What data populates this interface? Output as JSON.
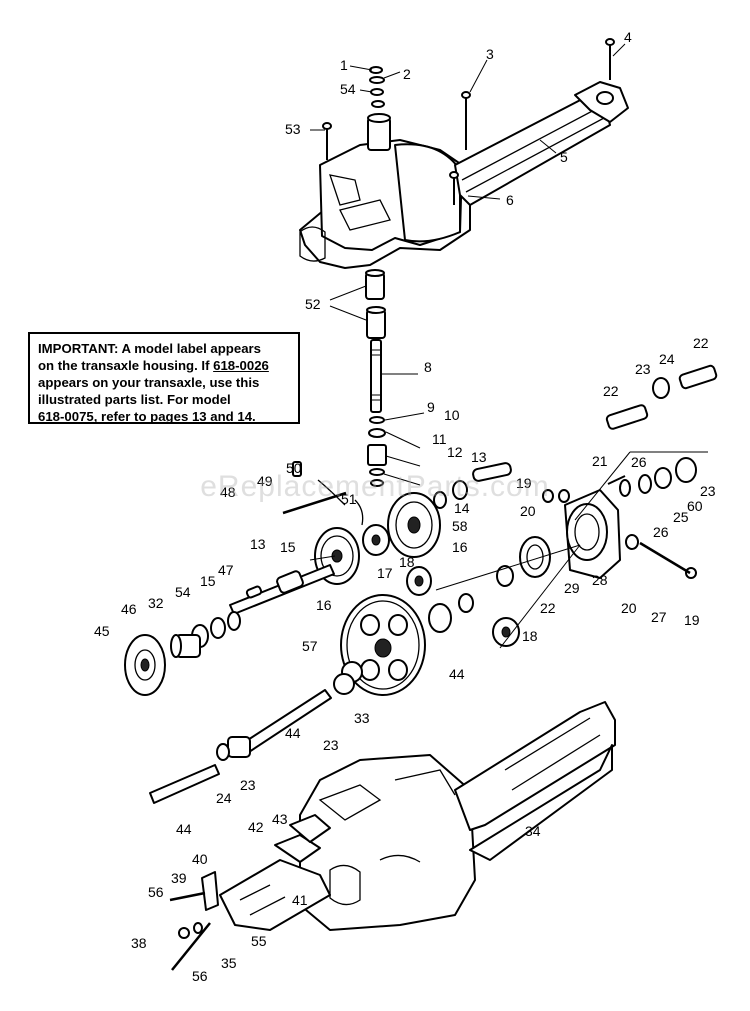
{
  "notice": {
    "line1": "IMPORTANT: A model label appears",
    "line2": "on the transaxle housing. If ",
    "model_a": "618-0026",
    "line3": "appears on your transaxle, use this",
    "line4": "illustrated parts list. For model",
    "model_b": "618-0075",
    "line5_tail": ", refer to pages 13 and 14."
  },
  "watermark": "eReplacementParts.com",
  "labels": {
    "c1": "1",
    "c2": "2",
    "c3": "3",
    "c4": "4",
    "c5": "5",
    "c6": "6",
    "c8": "8",
    "c9": "9",
    "c10": "10",
    "c11": "11",
    "c12": "12",
    "c13a": "13",
    "c13b": "13",
    "c14": "14",
    "c15a": "15",
    "c15b": "15",
    "c16a": "16",
    "c16b": "16",
    "c17": "17",
    "c18a": "18",
    "c18b": "18",
    "c19a": "19",
    "c19b": "19",
    "c20a": "20",
    "c20b": "20",
    "c21": "21",
    "c22a": "22",
    "c22b": "22",
    "c22c": "22",
    "c23a": "23",
    "c23b": "23",
    "c23c": "23",
    "c23d": "23",
    "c24a": "24",
    "c24b": "24",
    "c25": "25",
    "c26a": "26",
    "c26b": "26",
    "c27": "27",
    "c28": "28",
    "c29": "29",
    "c32": "32",
    "c33": "33",
    "c34": "34",
    "c35": "35",
    "c38": "38",
    "c39": "39",
    "c40": "40",
    "c41": "41",
    "c42": "42",
    "c43": "43",
    "c44a": "44",
    "c44b": "44",
    "c44c": "44",
    "c45": "45",
    "c46": "46",
    "c47": "47",
    "c48": "48",
    "c49": "49",
    "c50": "50",
    "c51": "51",
    "c52": "52",
    "c53": "53",
    "c54a": "54",
    "c54b": "54",
    "c55": "55",
    "c56a": "56",
    "c56b": "56",
    "c57": "57",
    "c58": "58",
    "c60": "60"
  }
}
